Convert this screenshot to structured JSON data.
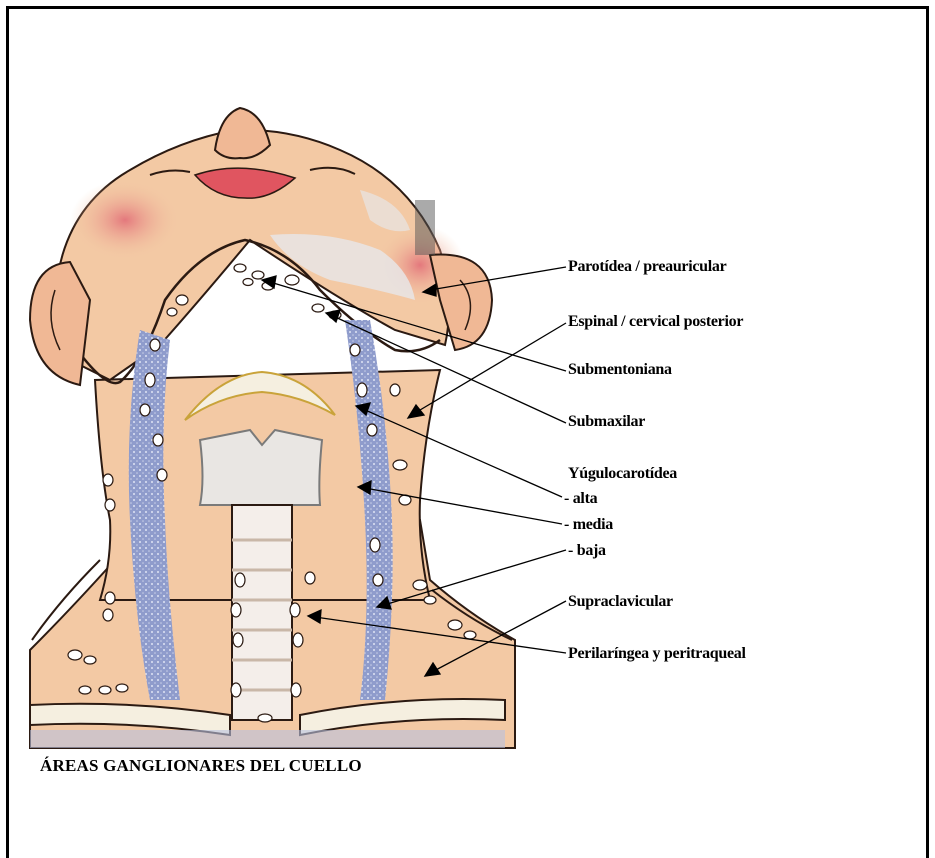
{
  "figure": {
    "caption": "ÁREAS GANGLIONARES DEL CUELLO",
    "labels": {
      "parotidea": "Parotídea / preauricular",
      "espinal": "Espinal / cervical posterior",
      "submentoniana": "Submentoniana",
      "submaxilar": "Submaxilar",
      "yugulocarotidea": "Yúgulocarotídea",
      "alta": "- alta",
      "media": "- media",
      "baja": "- baja",
      "supraclavicular": "Supraclavicular",
      "perilaringea": "Perilaríngea y peritraqueal"
    },
    "colors": {
      "skin": "#f3c9a4",
      "cheek": "#e8868a",
      "vessel": "#8f9ccc",
      "node": "#ffffff",
      "cartilage": "#e9e6e3",
      "outline": "#2b1a12"
    }
  }
}
